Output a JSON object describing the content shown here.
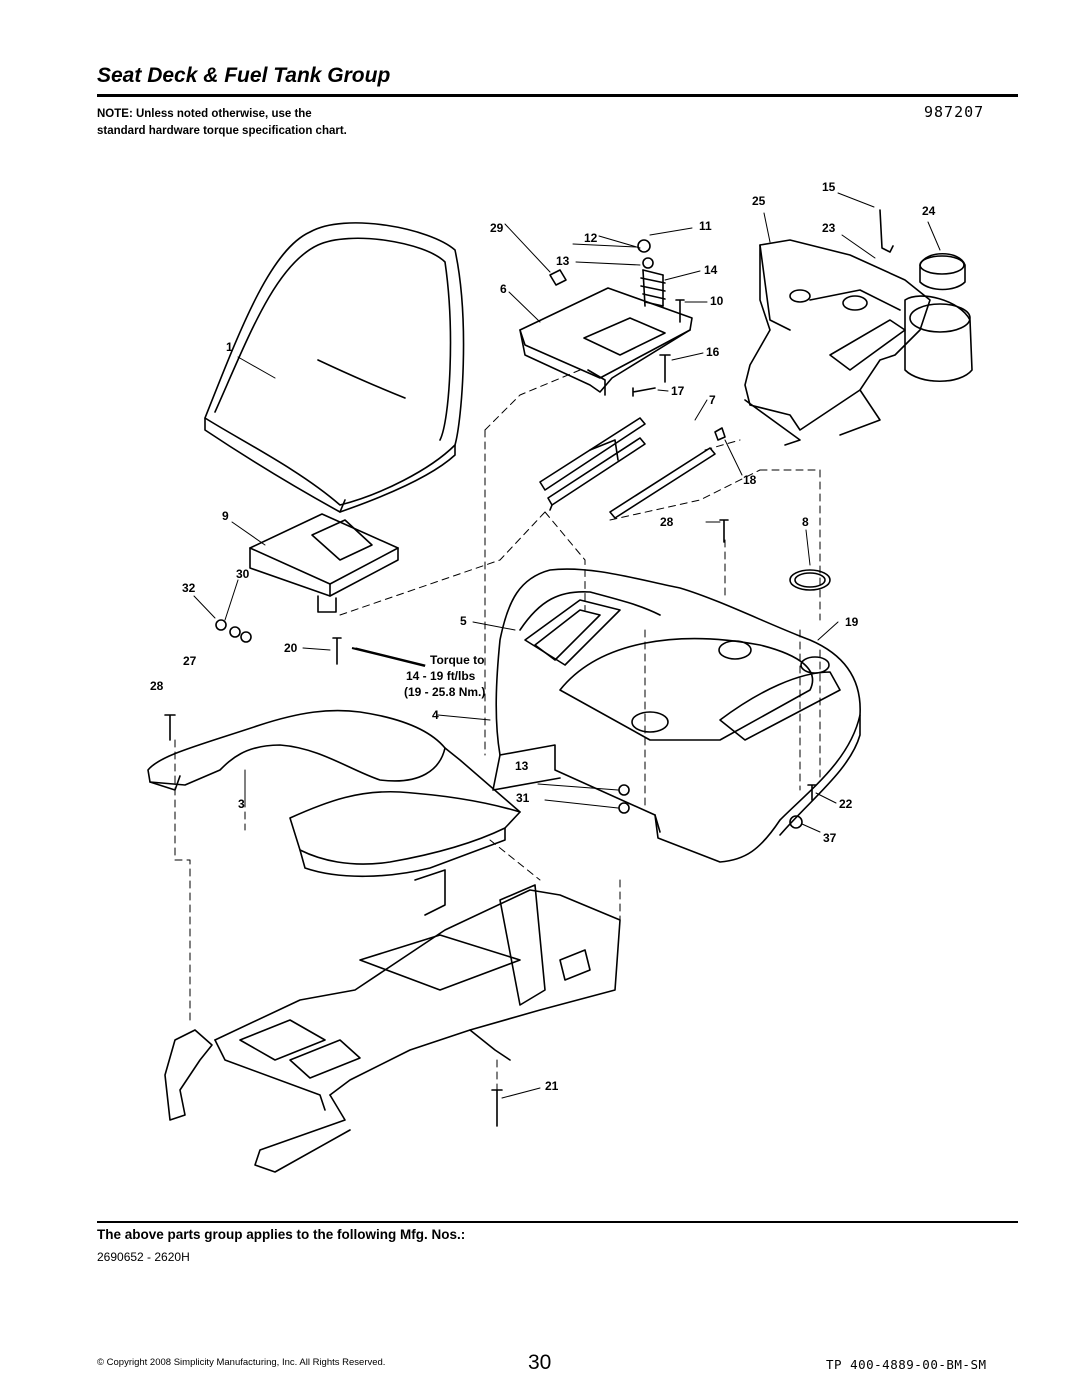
{
  "header": {
    "title": "Seat Deck & Fuel Tank Group",
    "note": "NOTE: Unless noted otherwise, use the standard hardware torque specification chart.",
    "figure_number": "987207"
  },
  "diagram": {
    "callouts": [
      "1",
      "3",
      "4",
      "5",
      "6",
      "7",
      "8",
      "9",
      "10",
      "11",
      "12",
      "13",
      "13",
      "14",
      "15",
      "16",
      "17",
      "18",
      "19",
      "20",
      "21",
      "22",
      "23",
      "24",
      "25",
      "27",
      "28",
      "28",
      "29",
      "30",
      "31",
      "32",
      "37"
    ],
    "torque_note": {
      "line1": "Torque to",
      "line2": "14 - 19 ft/lbs",
      "line3": "(19 - 25.8 Nm.)"
    }
  },
  "footer": {
    "applies_text": "The above parts group applies to the following Mfg. Nos.:",
    "mfg_numbers": "2690652 - 2620H",
    "copyright": "© Copyright 2008 Simplicity Manufacturing, Inc. All Rights Reserved.",
    "page_number": "30",
    "doc_id": "TP 400-4889-00-BM-SM"
  }
}
